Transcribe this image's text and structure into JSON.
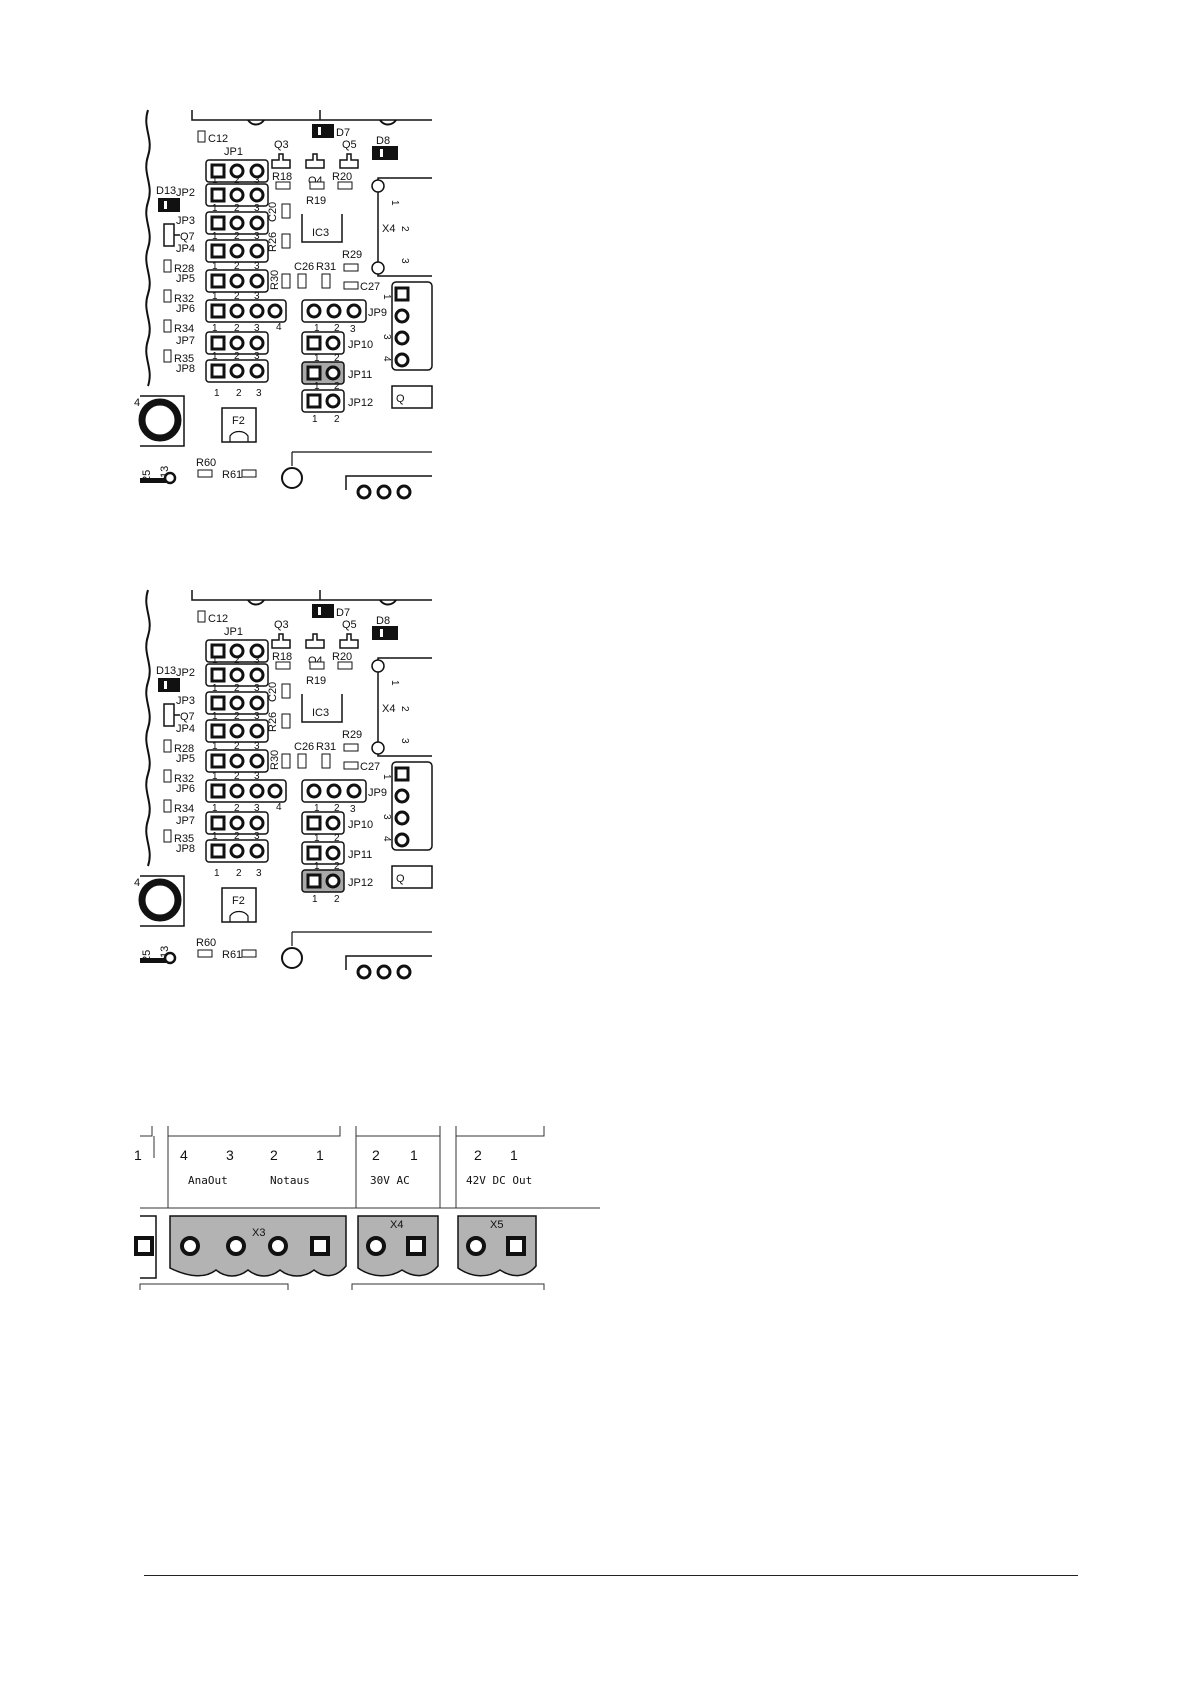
{
  "boards": [
    {
      "id": "board-1",
      "labels": {
        "C12": "C12",
        "JP1": "JP1",
        "Q3": "Q3",
        "D7": "D7",
        "Q5": "Q5",
        "D8": "D8",
        "JP2": "JP2",
        "R18": "R18",
        "Q4": "Q4",
        "R20": "R20",
        "D13": "D13",
        "R19": "R19",
        "JP3": "JP3",
        "C20": "C20",
        "IC3": "IC3",
        "Q7": "Q7",
        "JP4": "JP4",
        "R26": "R26",
        "R28": "R28",
        "R29": "R29",
        "JP5": "JP5",
        "R30": "R30",
        "C26": "C26",
        "R31": "R31",
        "C27": "C27",
        "R32": "R32",
        "JP6": "JP6",
        "JP9": "JP9",
        "R34": "R34",
        "JP7": "JP7",
        "JP10": "JP10",
        "R35": "R35",
        "JP8": "JP8",
        "JP11": "JP11",
        "JP12": "JP12",
        "F2": "F2",
        "R60": "R60",
        "R61": "R61",
        "X4": "X4",
        "n4": "4",
        "n25": "25",
        "n13": "13"
      },
      "highlighted_jumper": "JP11"
    },
    {
      "id": "board-2",
      "labels": {
        "C12": "C12",
        "JP1": "JP1",
        "Q3": "Q3",
        "D7": "D7",
        "Q5": "Q5",
        "D8": "D8",
        "JP2": "JP2",
        "R18": "R18",
        "Q4": "Q4",
        "R20": "R20",
        "D13": "D13",
        "R19": "R19",
        "JP3": "JP3",
        "C20": "C20",
        "IC3": "IC3",
        "Q7": "Q7",
        "JP4": "JP4",
        "R26": "R26",
        "R28": "R28",
        "R29": "R29",
        "JP5": "JP5",
        "R30": "R30",
        "C26": "C26",
        "R31": "R31",
        "C27": "C27",
        "R32": "R32",
        "JP6": "JP6",
        "JP9": "JP9",
        "R34": "R34",
        "JP7": "JP7",
        "JP10": "JP10",
        "R35": "R35",
        "JP8": "JP8",
        "JP11": "JP11",
        "JP12": "JP12",
        "F2": "F2",
        "R60": "R60",
        "R61": "R61",
        "X4": "X4",
        "n4": "4",
        "n25": "25",
        "n13": "13"
      },
      "highlighted_jumper": "JP12"
    }
  ],
  "pin_numbers": {
    "p1": "1",
    "p2": "2",
    "p3": "3",
    "p4": "4"
  },
  "connectors": {
    "left_pin": "1",
    "x3": {
      "name": "X3",
      "pins": [
        "4",
        "3",
        "2",
        "1"
      ],
      "label_left": "AnaOut",
      "label_right": "Notaus"
    },
    "x4": {
      "name": "X4",
      "pins": [
        "2",
        "1"
      ],
      "label": "30V AC"
    },
    "x5": {
      "name": "X5",
      "pins": [
        "2",
        "1"
      ],
      "label": "42V DC Out"
    }
  },
  "colors": {
    "highlight": "#a9a9a9",
    "connector_fill": "#b3b3b3",
    "ink": "#111111"
  }
}
